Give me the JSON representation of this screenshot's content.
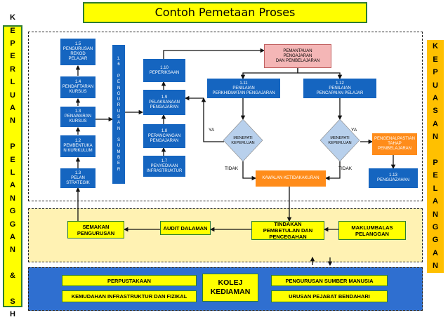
{
  "title": "Contoh Pemetaan Proses",
  "left_side": [
    "K",
    "E",
    "P",
    "E",
    "R",
    "L",
    "U",
    "A",
    "N",
    "",
    "P",
    "E",
    "L",
    "A",
    "N",
    "G",
    "G",
    "A",
    "N",
    "",
    "&",
    "",
    "S",
    "H"
  ],
  "right_side": [
    "K",
    "E",
    "P",
    "U",
    "A",
    "S",
    "A",
    "N",
    "",
    "P",
    "E",
    "L",
    "A",
    "N",
    "G",
    "G",
    "A",
    "N"
  ],
  "col1": [
    [
      "1.5",
      "PENGURUSAN",
      "REKOD",
      "PELAJAR"
    ],
    [
      "1.4",
      "PENDAFTARAN",
      "KURSUS"
    ],
    [
      "1.3",
      "PENAWARAN",
      "KURSUS"
    ],
    [
      "1.2",
      "PEMBENTUKA",
      "N KURIKULUM"
    ],
    [
      "1.3",
      "PELAN",
      "STRATEGIK"
    ]
  ],
  "col2": [
    "1.",
    "6",
    "",
    "P",
    "E",
    "N",
    "G",
    "U",
    "R",
    "U",
    "S",
    "A",
    "N",
    "",
    "S",
    "U",
    "M",
    "B",
    "E",
    "R"
  ],
  "col3": [
    [
      "1.10",
      "PEPERIKSAAN"
    ],
    [
      "1.9",
      "PELAKSANAAN",
      "PENGAJARAN"
    ],
    [
      "1.8",
      "PERANCANGAN",
      "PENGAJARAN"
    ],
    [
      "1.7",
      "PENYEDIAAN",
      "INFRASTRUKTUR"
    ]
  ],
  "monitor": [
    "PEMANTAUAN",
    "PENGAJARAN",
    "DAN PEMBELAJARAN"
  ],
  "eval_left": [
    "1.11",
    "PENILAIAN",
    "PERKHIDMATAN PENGAJARAN"
  ],
  "eval_right": [
    "1.12",
    "PENILAIAN",
    "PENCAPAIAN PELAJAR"
  ],
  "diamond_left": [
    "MENEPATI",
    "KEPERLUAN"
  ],
  "diamond_right": [
    "MENEPATI",
    "KEPERLUAN"
  ],
  "ya_left": "YA",
  "ya_right": "YA",
  "tidak_left": "TIDAK",
  "tidak_right": "TIDAK",
  "quality_control": "KAWALAN KETIDAKAKURAN",
  "certify": [
    "PENGENALPASTIAN",
    "TAHAP",
    "PEMBELAJARAN"
  ],
  "graduation": [
    "1.13",
    "PENGIJAZAHAN"
  ],
  "mid": {
    "semakan": [
      "SEMAKAN",
      "PENGURUSAN"
    ],
    "audit": "AUDIT DALAMAN",
    "tindakan": [
      "TINDAKAN",
      "PEMBETULAN DAN",
      "PENCEGAHAN"
    ],
    "maklum": [
      "MAKLUMBALAS",
      "PELANGGAN"
    ]
  },
  "bottom": {
    "perpustakaan": "PERPUSTAKAAN",
    "infra": "KEMUDAHAN INFRASTRUKTUR DAN FIZIKAL",
    "kolej": [
      "KOLEJ",
      "KEDIAMAN"
    ],
    "sdm": "PENGURUSAN SUMBER MANUSIA",
    "bendahari": "URUSAN PEJABAT BENDAHARI"
  },
  "colors": {
    "title_bg": "#ffff00",
    "process_blue": "#1565c0",
    "orange": "#ff8c1a",
    "side_right": "#ffc000",
    "diamond": "#b8d0ec"
  }
}
